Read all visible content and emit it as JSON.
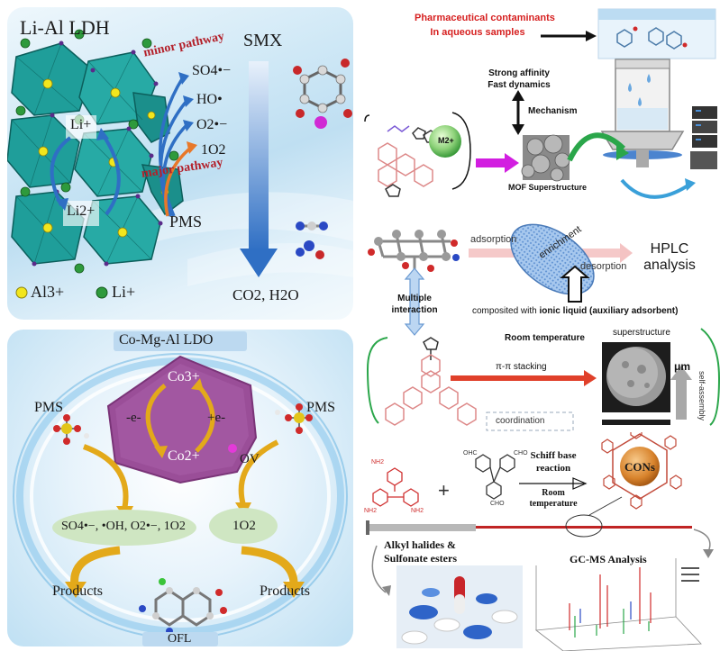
{
  "panel1": {
    "title": "Li-Al LDH",
    "smx": "SMX",
    "minor_pathway": "minor pathway",
    "major_pathway": "major pathway",
    "species": [
      "SO4•−",
      "HO•",
      "O2•−",
      "1O2"
    ],
    "li_plus": "Li+",
    "li_2plus": "Li2+",
    "pms": "PMS",
    "legend_al": "Al3+",
    "legend_li": "Li+",
    "products": "CO2, H2O",
    "colors": {
      "octahedron": "#1f9e9a",
      "al": "#f2e61d",
      "li": "#2e9a3c",
      "arrow_blue": "#2f6fc4",
      "arrow_orange": "#e8782a",
      "pathway_red": "#b3202a"
    }
  },
  "panel2": {
    "title": "Co-Mg-Al LDO",
    "co3": "Co3+",
    "co2": "Co2+",
    "minus_e": "-e-",
    "plus_e": "+e-",
    "ov": "OV",
    "pms_left": "PMS",
    "pms_right": "PMS",
    "radicals": "SO4•−, •OH, O2•−, 1O2",
    "singlet": "1O2",
    "products_left": "Products",
    "products_right": "Products",
    "bottom_label": "OFL",
    "colors": {
      "hexagon": "#9a4e98",
      "arrow_gold": "#e3a91a",
      "ov_dot": "#e33ad8",
      "ellipse": "#cfe6c2"
    }
  },
  "panel3": {
    "title_line1": "Pharmaceutical contaminants",
    "title_line2": "In aqueous samples",
    "affinity_line1": "Strong affinity",
    "affinity_line2": "Fast dynamics",
    "mechanism": "Mechanism",
    "metal": "M2+",
    "mof": "MOF Superstructure",
    "colors": {
      "title_red": "#d62020",
      "magenta_arrow": "#d21ee0",
      "green_arrow": "#2aa64a"
    }
  },
  "panel4": {
    "adsorption": "adsorption",
    "enrichment": "enrichment",
    "desorption": "desorption",
    "hplc_line1": "HPLC",
    "hplc_line2": "analysis",
    "multiple_line1": "Multiple",
    "multiple_line2": "interaction",
    "composited_prefix": "composited with ",
    "composited_bold": "ionic liquid (auxiliary adsorbent)",
    "room_temperature": "Room temperature",
    "superstructure": "superstructure",
    "pi_stacking": "π-π stacking",
    "coordination": "coordination",
    "um": "μm",
    "self_assembly": "self-assembly"
  },
  "panel5": {
    "schiff_line1": "Schiff base",
    "schiff_line2": "reaction",
    "room_line1": "Room",
    "room_line2": "temperature",
    "cons": "CONs",
    "alkyl_line1": "Alkyl halides &",
    "alkyl_line2": "Sulfonate esters",
    "gcms": "GC-MS Analysis",
    "plus": "+",
    "nh2": "NH2",
    "cho": "CHO",
    "ohc": "OHC"
  }
}
